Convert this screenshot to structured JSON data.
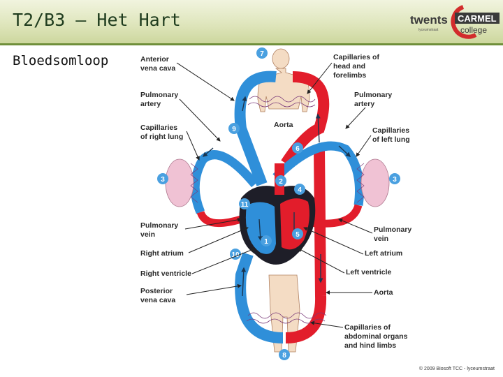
{
  "header": {
    "title": "T2/B3 – Het Hart"
  },
  "logo": {
    "line1": "twents",
    "line2": "CARMEL",
    "line3": "college",
    "tagline": "lyceumstraat"
  },
  "subtitle": "Bloedsomloop",
  "diagram": {
    "labels_left": [
      "Anterior",
      "vena cava",
      "Pulmonary",
      "artery",
      "Capillaries",
      "of right lung",
      "Pulmonary",
      "vein",
      "Right atrium",
      "Right ventricle",
      "Posterior",
      "vena cava"
    ],
    "labels_right": [
      "Capillaries of",
      "head and",
      "forelimbs",
      "Pulmonary",
      "artery",
      "Capillaries",
      "of left lung",
      "Pulmonary",
      "vein",
      "Left atrium",
      "Left ventricle",
      "Aorta",
      "Capillaries of",
      "abdominal organs",
      "and hind limbs"
    ],
    "aorta_top": "Aorta",
    "numbers": [
      "7",
      "9",
      "6",
      "3",
      "3",
      "2",
      "4",
      "11",
      "5",
      "1",
      "10",
      "8"
    ],
    "colors": {
      "oxygen_poor": "#2f8fd9",
      "oxygen_rich": "#e21d2b",
      "badge": "#4aa0e0"
    }
  },
  "footer": "© 2009 Biosoft TCC - lyceumstraat"
}
